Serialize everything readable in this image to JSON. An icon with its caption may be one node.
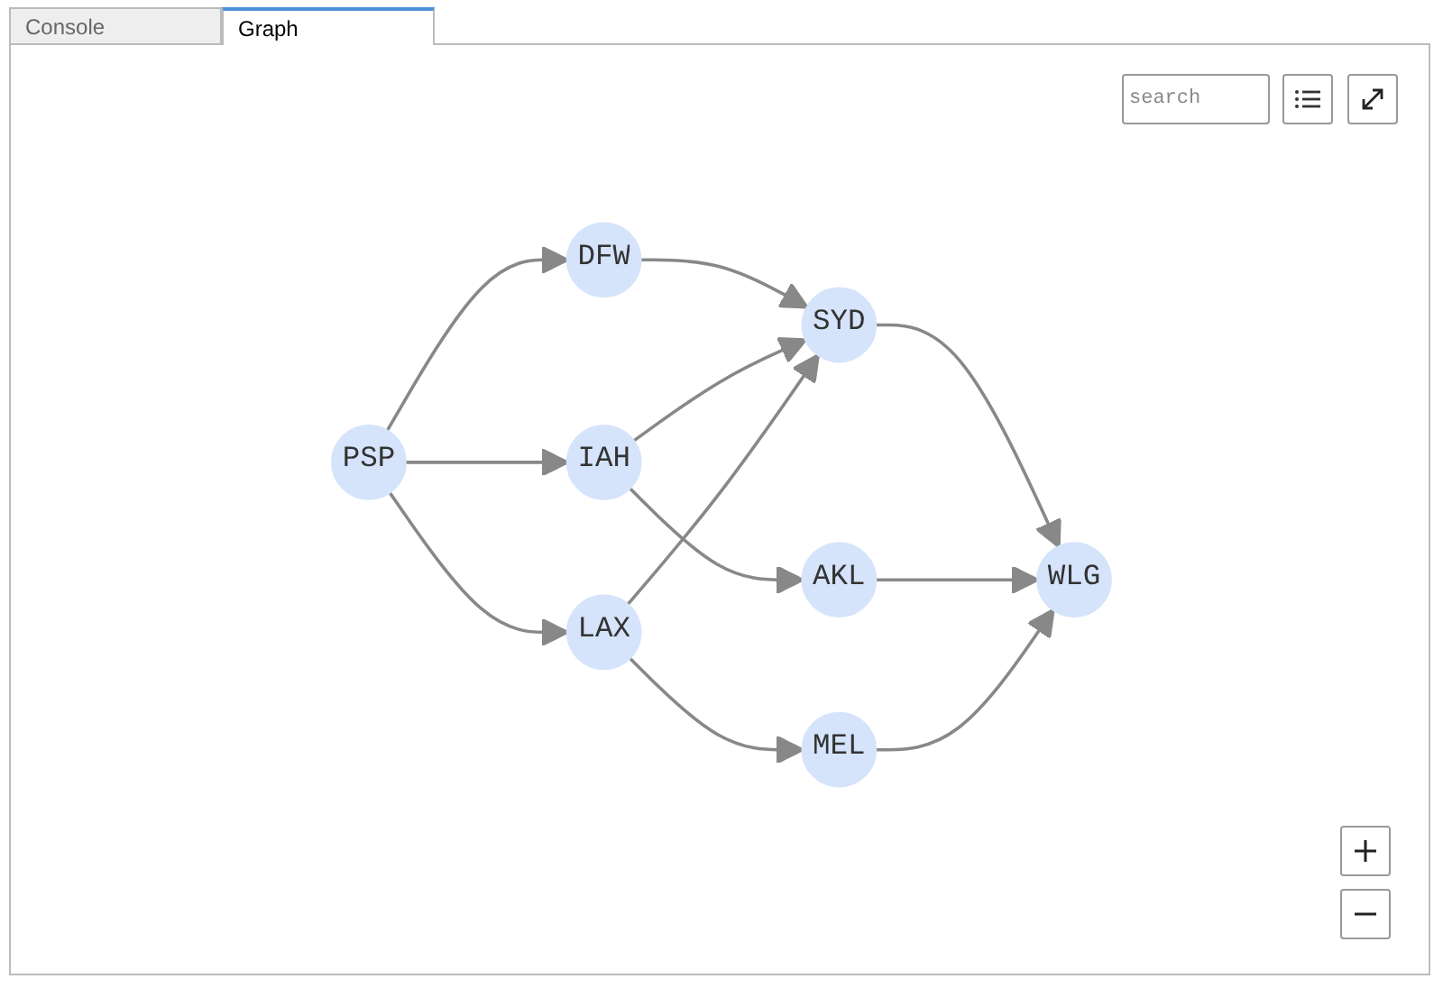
{
  "diagram": {
    "nodes": [
      {
        "text": [
          "PSP"
        ]
      },
      {
        "text": [
          "DFW"
        ]
      },
      {
        "text": [
          "IAH"
        ]
      },
      {
        "text": [
          "LAX"
        ]
      },
      {
        "text": [
          "SYD"
        ]
      },
      {
        "text": [
          "AKL"
        ]
      },
      {
        "text": [
          "MEL"
        ]
      },
      {
        "text": [
          "WLG"
        ]
      }
    ],
    "edges": [
      {
        "from": 0,
        "to": 1,
        "arrow": "to"
      },
      {
        "from": 0,
        "to": 2,
        "arrow": "to"
      },
      {
        "from": 0,
        "to": 3,
        "arrow": "to"
      },
      {
        "from": 1,
        "to": 4,
        "arrow": "to"
      },
      {
        "from": 2,
        "to": 4,
        "arrow": "to"
      },
      {
        "from": 2,
        "to": 5,
        "arrow": "to"
      },
      {
        "from": 3,
        "to": 4,
        "arrow": "to"
      },
      {
        "from": 3,
        "to": 6,
        "arrow": "to"
      },
      {
        "from": 4,
        "to": 7,
        "arrow": "to"
      },
      {
        "from": 5,
        "to": 7,
        "arrow": "to"
      },
      {
        "from": 6,
        "to": 7,
        "arrow": "to"
      }
    ],
    "labels": [
      "Console",
      "Graph",
      "search"
    ]
  }
}
